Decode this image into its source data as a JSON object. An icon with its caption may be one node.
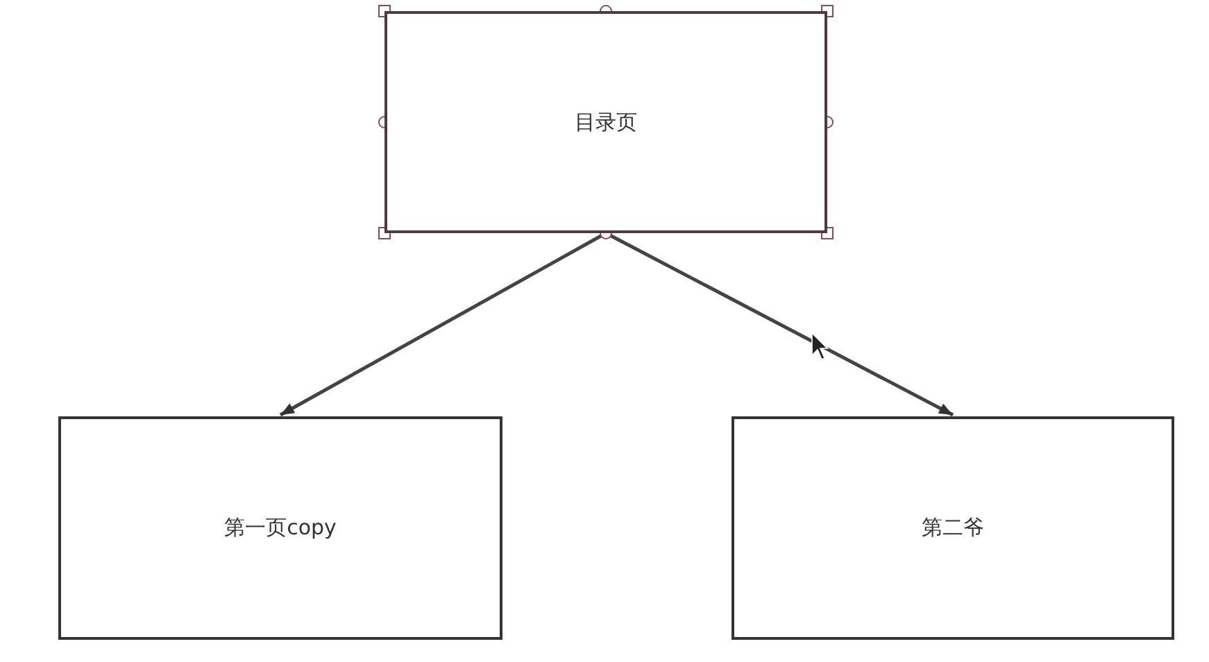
{
  "diagram": {
    "nodes": [
      {
        "text": [
          "目录页"
        ]
      },
      {
        "text": [
          "第一页copy"
        ]
      },
      {
        "text": [
          "第二爷"
        ]
      }
    ],
    "edges": [
      {
        "from": 0,
        "to": 1,
        "arrow": "to"
      },
      {
        "from": 0,
        "to": 2,
        "arrow": "to"
      }
    ]
  }
}
